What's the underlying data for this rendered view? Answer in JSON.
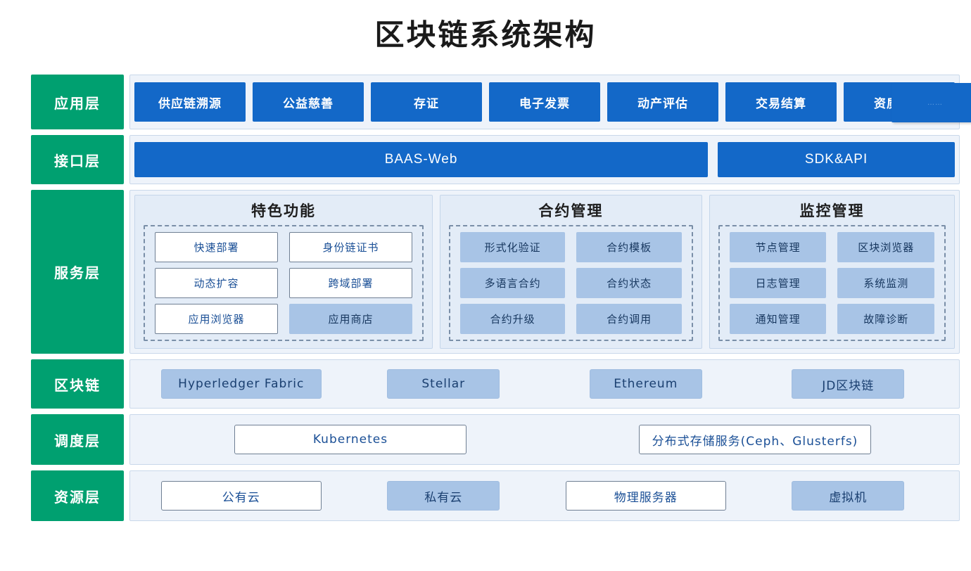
{
  "title": "区块链系统架构",
  "layers": {
    "application": {
      "label": "应用层",
      "items": [
        "供应链溯源",
        "公益慈善",
        "存证",
        "电子发票",
        "动产评估",
        "交易结算",
        "资质备案"
      ],
      "overflow_item": "……"
    },
    "interface": {
      "label": "接口层",
      "items": [
        "BAAS-Web",
        "SDK&API"
      ]
    },
    "service": {
      "label": "服务层",
      "groups": [
        {
          "title": "特色功能",
          "items": [
            {
              "label": "快速部署",
              "style": "outline"
            },
            {
              "label": "身份链证书",
              "style": "outline"
            },
            {
              "label": "动态扩容",
              "style": "outline"
            },
            {
              "label": "跨域部署",
              "style": "outline"
            },
            {
              "label": "应用浏览器",
              "style": "outline"
            },
            {
              "label": "应用商店",
              "style": "filled"
            }
          ]
        },
        {
          "title": "合约管理",
          "items": [
            {
              "label": "形式化验证",
              "style": "filled"
            },
            {
              "label": "合约模板",
              "style": "filled"
            },
            {
              "label": "多语言合约",
              "style": "filled"
            },
            {
              "label": "合约状态",
              "style": "filled"
            },
            {
              "label": "合约升级",
              "style": "filled"
            },
            {
              "label": "合约调用",
              "style": "filled"
            }
          ]
        },
        {
          "title": "监控管理",
          "items": [
            {
              "label": "节点管理",
              "style": "filled"
            },
            {
              "label": "区块浏览器",
              "style": "filled"
            },
            {
              "label": "日志管理",
              "style": "filled"
            },
            {
              "label": "系统监测",
              "style": "filled"
            },
            {
              "label": "通知管理",
              "style": "filled"
            },
            {
              "label": "故障诊断",
              "style": "filled"
            }
          ]
        }
      ]
    },
    "blockchain": {
      "label": "区块链",
      "items": [
        {
          "label": "Hyperledger Fabric",
          "style": "filled"
        },
        {
          "label": "Stellar",
          "style": "filled"
        },
        {
          "label": "Ethereum",
          "style": "filled"
        },
        {
          "label": "JD区块链",
          "style": "filled"
        }
      ]
    },
    "scheduling": {
      "label": "调度层",
      "items": [
        {
          "label": "Kubernetes",
          "style": "outline"
        },
        {
          "label": "分布式存储服务(Ceph、Glusterfs)",
          "style": "outline"
        }
      ]
    },
    "resource": {
      "label": "资源层",
      "items": [
        {
          "label": "公有云",
          "style": "outline"
        },
        {
          "label": "私有云",
          "style": "filled"
        },
        {
          "label": "物理服务器",
          "style": "outline"
        },
        {
          "label": "虚拟机",
          "style": "filled"
        }
      ]
    }
  },
  "colors": {
    "layer_green": "#00a070",
    "deep_blue": "#1368c8",
    "light_blue_fill": "#a8c4e6",
    "panel_bg": "#eef3fa",
    "group_bg": "#e3ecf7"
  }
}
